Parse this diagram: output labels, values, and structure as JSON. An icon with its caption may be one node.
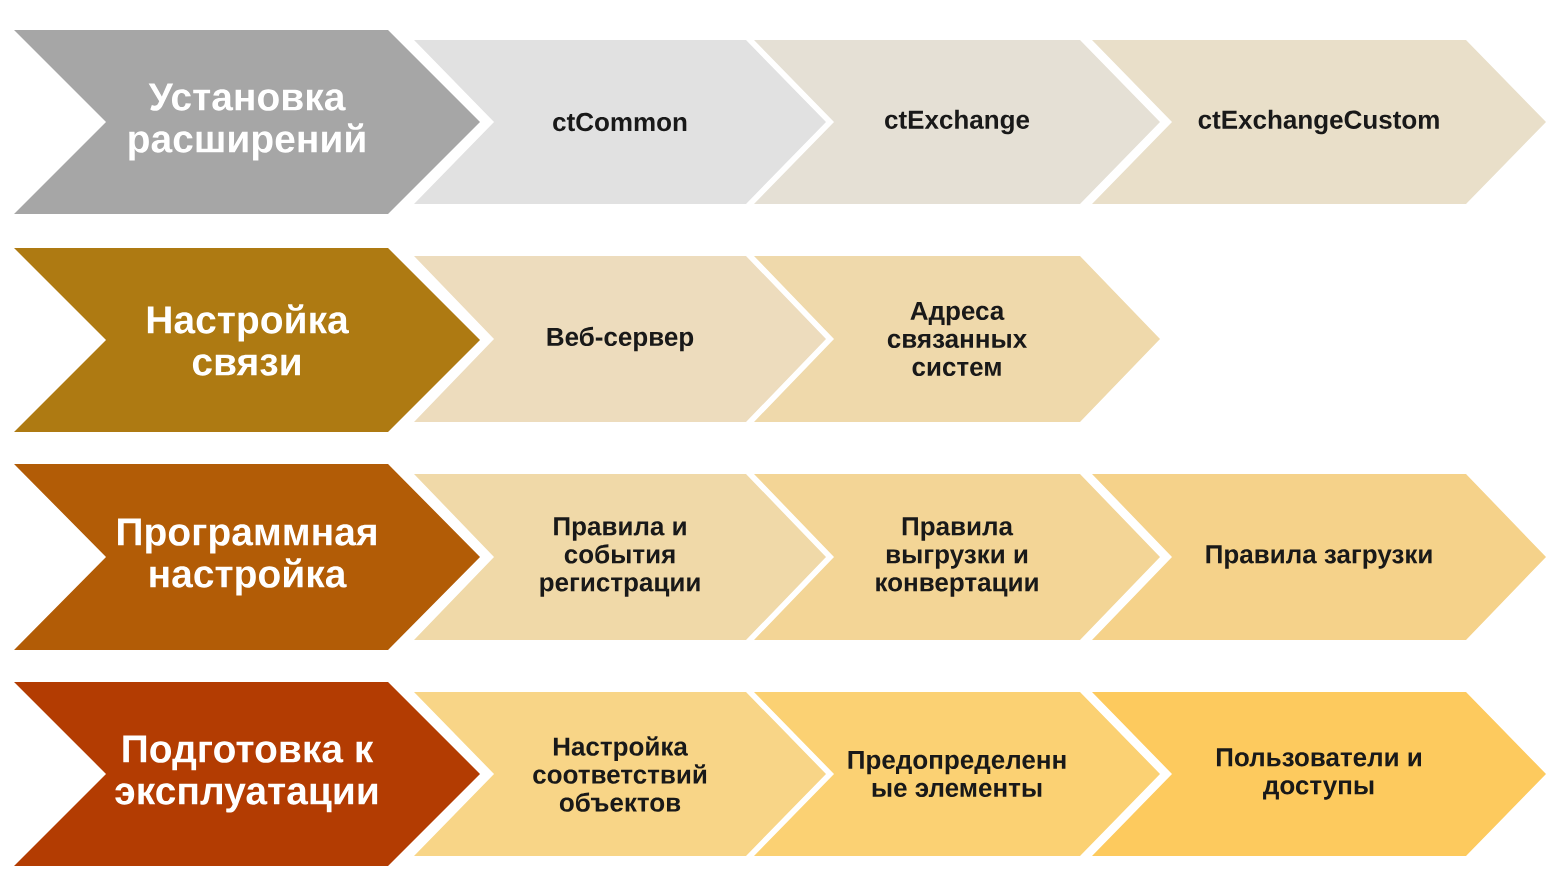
{
  "diagram": {
    "nodes": [
      {
        "text": [
          "Установка расширений"
        ]
      },
      {
        "text": [
          "ctCommon"
        ]
      },
      {
        "text": [
          "ctExchange"
        ]
      },
      {
        "text": [
          "ctExchangeCustom"
        ]
      },
      {
        "text": [
          "Настройка связи"
        ]
      },
      {
        "text": [
          "Веб-сервер"
        ]
      },
      {
        "text": [
          "Адреса связанных систем"
        ]
      },
      {
        "text": [
          "Программная настройка"
        ]
      },
      {
        "text": [
          "Правила и события регистрации"
        ]
      },
      {
        "text": [
          "Правила выгрузки и конвертации"
        ]
      },
      {
        "text": [
          "Правила загрузки"
        ]
      },
      {
        "text": [
          "Подготовка к эксплуатации"
        ]
      },
      {
        "text": [
          "Настройка соответствий объектов"
        ]
      },
      {
        "text": [
          "Предопределенн ые элементы"
        ]
      },
      {
        "text": [
          "Пользователи и доступы"
        ]
      }
    ]
  }
}
